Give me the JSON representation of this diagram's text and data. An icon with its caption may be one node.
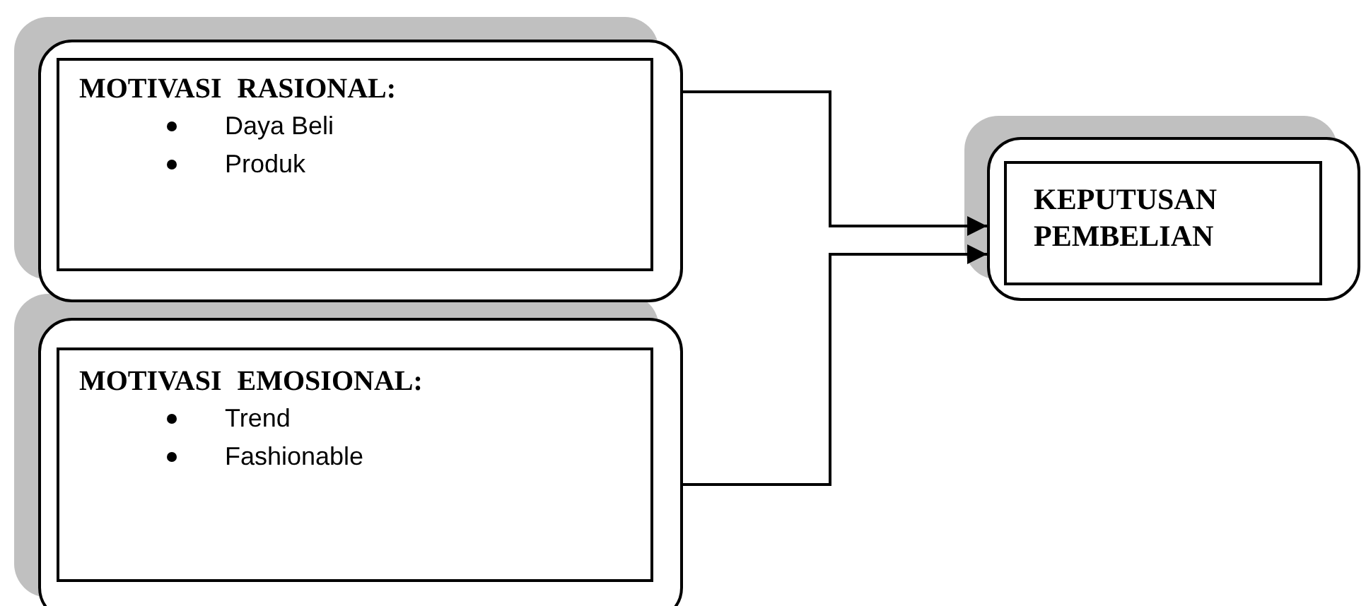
{
  "diagram": {
    "nodes": [
      {
        "text": [],
        "shape": "box"
      },
      {
        "text": [
          "**MOTIVASI RASIONAL**:",
          "Daya Beli",
          "Produk"
        ],
        "in": 0
      },
      {
        "text": [],
        "shape": "box"
      },
      {
        "text": [
          "MOTIVASI EMOSIONAL:",
          "Trend",
          "Fashionable"
        ],
        "in": 2
      },
      {
        "text": [],
        "shape": "box"
      },
      {
        "text": [
          "KEPUTUSAN PEMBELIAN"
        ],
        "in": 4
      }
    ],
    "edges": [
      {
        "from": 0,
        "to": 4,
        "arrow": "to"
      },
      {
        "from": 2,
        "to": 4,
        "arrow": "to"
      }
    ]
  }
}
